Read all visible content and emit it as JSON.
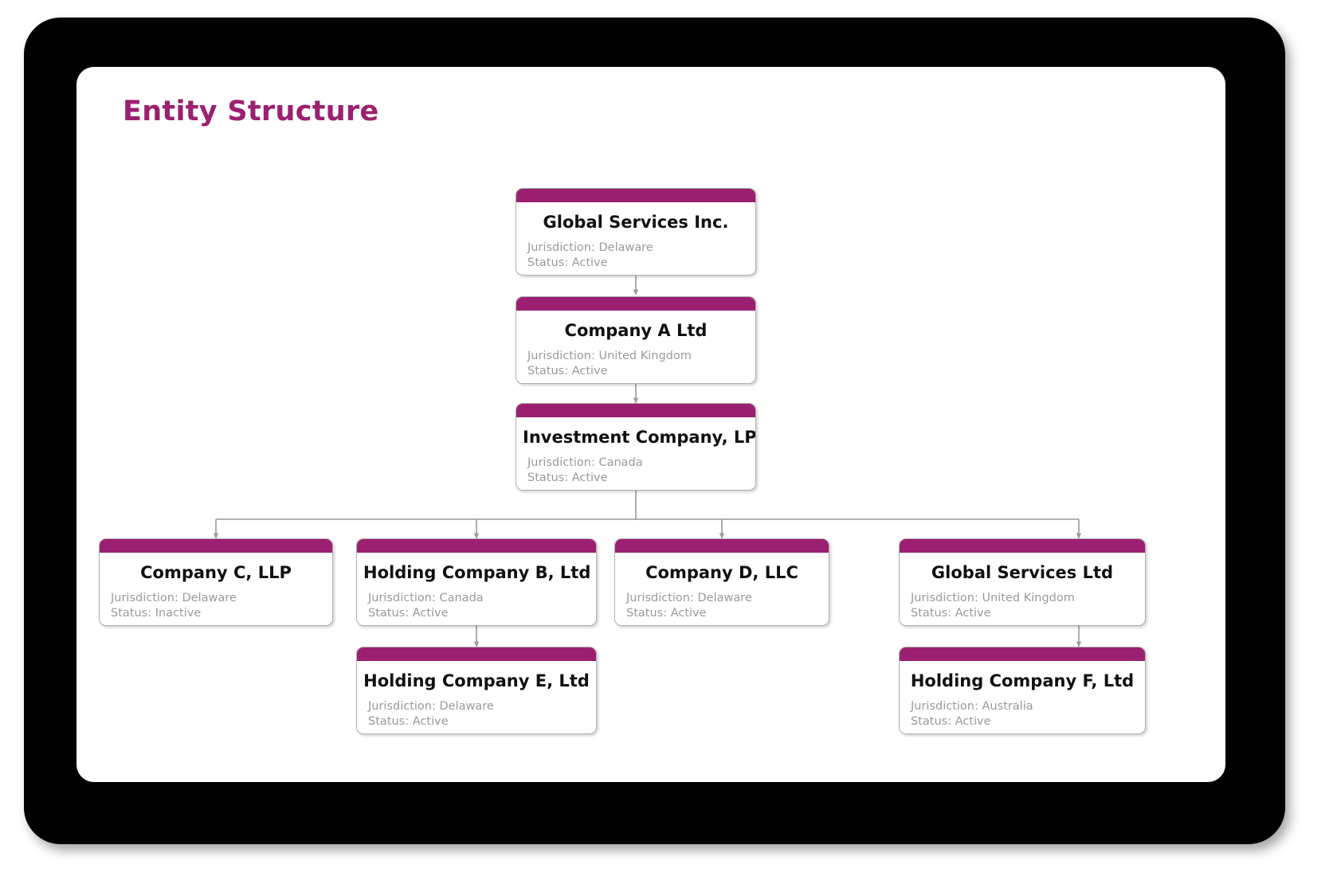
{
  "page": {
    "title": "Entity Structure",
    "accent_color": "#9c2071",
    "node_border_color": "#b0b0b0",
    "meta_text_color": "#9a9a9a",
    "connector_color": "#9a9a9a",
    "bezel_color": "#000000",
    "canvas_color": "#ffffff"
  },
  "labels": {
    "jurisdiction_prefix": "Jurisdiction: ",
    "status_prefix": "Status: "
  },
  "nodes": [
    {
      "id": "global-services-inc",
      "name": "Global Services Inc.",
      "jurisdiction": "Jurisdiction: Delaware",
      "status": "Status: Active",
      "jurisdiction_value": "Delaware",
      "status_value": "Active"
    },
    {
      "id": "company-a-ltd",
      "name": "Company A Ltd",
      "jurisdiction": "Jurisdiction: United Kingdom",
      "status": "Status: Active",
      "jurisdiction_value": "United Kingdom",
      "status_value": "Active"
    },
    {
      "id": "investment-company-lp",
      "name": "Investment Company, LP",
      "jurisdiction": "Jurisdiction: Canada",
      "status": "Status: Active",
      "jurisdiction_value": "Canada",
      "status_value": "Active"
    },
    {
      "id": "company-c-llp",
      "name": "Company C, LLP",
      "jurisdiction": "Jurisdiction: Delaware",
      "status": "Status: Inactive",
      "jurisdiction_value": "Delaware",
      "status_value": "Inactive"
    },
    {
      "id": "holding-company-b-ltd",
      "name": "Holding Company B, Ltd",
      "jurisdiction": "Jurisdiction: Canada",
      "status": "Status: Active",
      "jurisdiction_value": "Canada",
      "status_value": "Active"
    },
    {
      "id": "company-d-llc",
      "name": "Company D, LLC",
      "jurisdiction": "Jurisdiction: Delaware",
      "status": "Status: Active",
      "jurisdiction_value": "Delaware",
      "status_value": "Active"
    },
    {
      "id": "global-services-ltd",
      "name": "Global Services Ltd",
      "jurisdiction": "Jurisdiction: United Kingdom",
      "status": "Status: Active",
      "jurisdiction_value": "United Kingdom",
      "status_value": "Active"
    },
    {
      "id": "holding-company-e-ltd",
      "name": "Holding Company E, Ltd",
      "jurisdiction": "Jurisdiction: Delaware",
      "status": "Status: Active",
      "jurisdiction_value": "Delaware",
      "status_value": "Active"
    },
    {
      "id": "holding-company-f-ltd",
      "name": "Holding Company F, Ltd",
      "jurisdiction": "Jurisdiction: Australia",
      "status": "Status: Active",
      "jurisdiction_value": "Australia",
      "status_value": "Active"
    }
  ],
  "edges": [
    {
      "from": "global-services-inc",
      "to": "company-a-ltd"
    },
    {
      "from": "company-a-ltd",
      "to": "investment-company-lp"
    },
    {
      "from": "investment-company-lp",
      "to": "company-c-llp"
    },
    {
      "from": "investment-company-lp",
      "to": "holding-company-b-ltd"
    },
    {
      "from": "investment-company-lp",
      "to": "company-d-llc"
    },
    {
      "from": "investment-company-lp",
      "to": "global-services-ltd"
    },
    {
      "from": "holding-company-b-ltd",
      "to": "holding-company-e-ltd"
    },
    {
      "from": "global-services-ltd",
      "to": "holding-company-f-ltd"
    }
  ]
}
